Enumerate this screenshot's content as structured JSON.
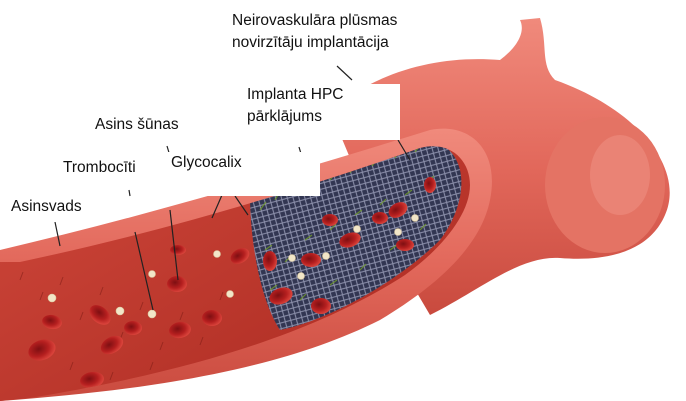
{
  "labels": {
    "neurovascular": "Neirovaskulāra plūsmas\nnovirzītāju implantācija",
    "coating": "Implanta HPC\npārklājums",
    "blood_cells": "Asins šūnas",
    "platelets": "Trombocīti",
    "glycocalyx": "Glycocalix",
    "vessel": "Asinsvads"
  },
  "colors": {
    "vessel_outer": "#e2685b",
    "vessel_inner": "#c73b30",
    "red_cell": "#b51f1f",
    "platelet": "#f2e6c8",
    "stent_mesh": "#1e2a44",
    "coating_fibers": "#6f9a2c",
    "leader_line": "#222222"
  }
}
